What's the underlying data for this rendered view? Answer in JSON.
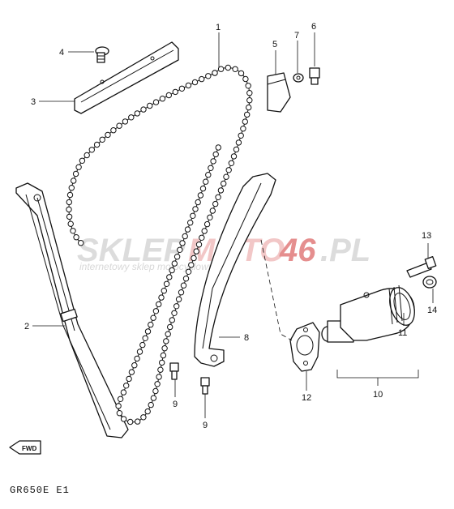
{
  "diagram": {
    "model_code": "GR650E E1",
    "fwd_label": "FWD",
    "watermark": {
      "brand_part1": "SKLEP",
      "brand_part2": "MOTO",
      "brand_part3": "46",
      "brand_part4": ".PL",
      "tagline": "internetowy sklep motocyklowy"
    },
    "callouts": [
      {
        "id": "1",
        "label": "1"
      },
      {
        "id": "2",
        "label": "2"
      },
      {
        "id": "3",
        "label": "3"
      },
      {
        "id": "4",
        "label": "4"
      },
      {
        "id": "5",
        "label": "5"
      },
      {
        "id": "6",
        "label": "6"
      },
      {
        "id": "7",
        "label": "7"
      },
      {
        "id": "8",
        "label": "8"
      },
      {
        "id": "9a",
        "label": "9"
      },
      {
        "id": "9b",
        "label": "9"
      },
      {
        "id": "10",
        "label": "10"
      },
      {
        "id": "11",
        "label": "11"
      },
      {
        "id": "12",
        "label": "12"
      },
      {
        "id": "13",
        "label": "13"
      },
      {
        "id": "14",
        "label": "14"
      }
    ]
  }
}
